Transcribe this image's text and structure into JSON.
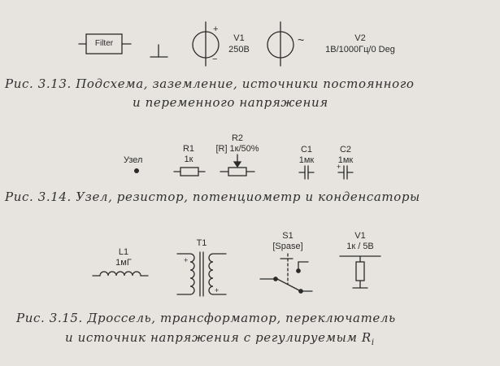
{
  "fig313": {
    "filter_label": "Filter",
    "v1": {
      "name": "V1",
      "value": "250В",
      "plus": "+",
      "minus": "−"
    },
    "ac_tilde": "~",
    "v2": {
      "name": "V2",
      "value": "1В/1000Гц/0 Deg"
    },
    "caption_line1": "Рис. 3.13. Подсхема, заземление, источники постоянного",
    "caption_line2": "и переменного напряжения"
  },
  "fig314": {
    "node_label": "Узел",
    "r1": {
      "name": "R1",
      "value": "1к"
    },
    "r2": {
      "name": "R2",
      "value": "[R] 1к/50%"
    },
    "c1": {
      "name": "C1",
      "value": "1мк"
    },
    "c2": {
      "name": "C2",
      "value": "1мк",
      "plus": "+"
    },
    "caption": "Рис. 3.14. Узел, резистор, потенциометр и конденсаторы"
  },
  "fig315": {
    "l1": {
      "name": "L1",
      "value": "1мГ"
    },
    "t1": {
      "name": "T1",
      "plus": "+"
    },
    "s1": {
      "name": "S1",
      "key": "[Spase]"
    },
    "v1": {
      "name": "V1",
      "value": "1к / 5В"
    },
    "caption_line1": "Рис. 3.15. Дроссель, трансформатор, переключатель",
    "caption_line2_text": "и источник напряжения с регулируемым R",
    "caption_line2_sub": "i"
  }
}
